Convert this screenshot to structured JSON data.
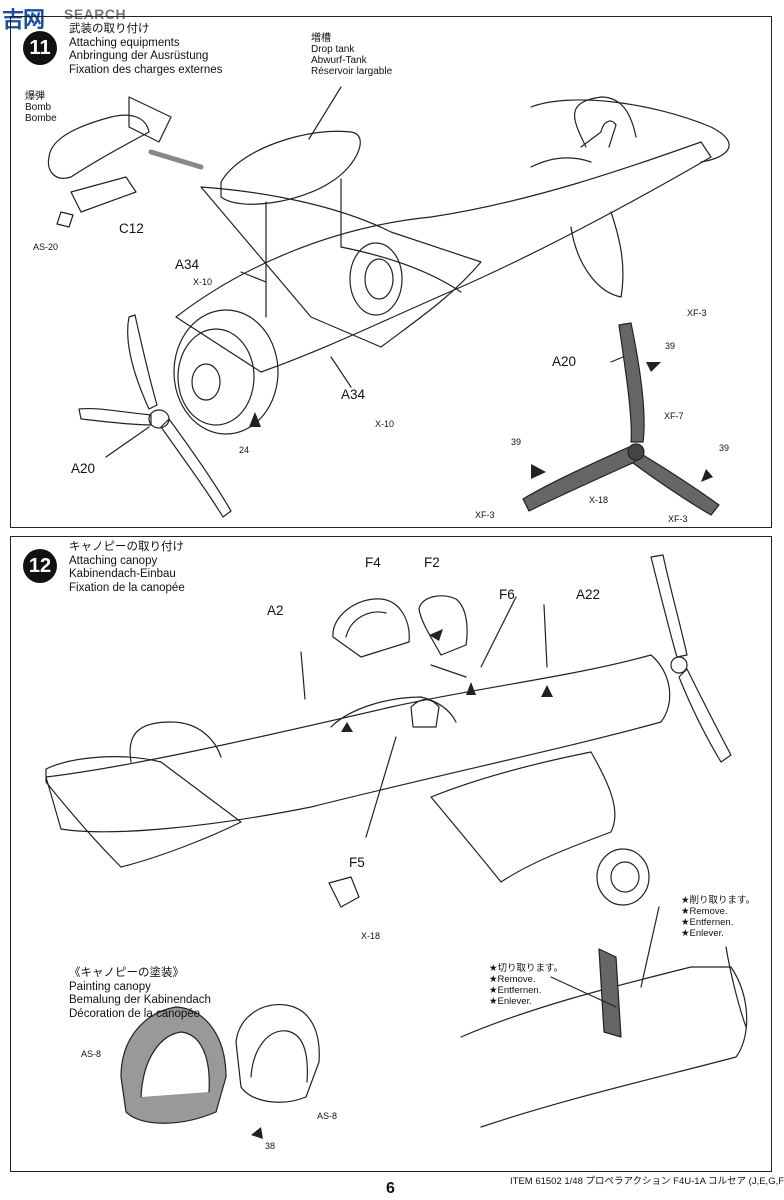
{
  "watermark": {
    "logo": "吉网",
    "text": "SEARCH"
  },
  "step11": {
    "number": "11",
    "title_ja": "武装の取り付け",
    "title_en": "Attaching equipments",
    "title_de": "Anbringung der Ausrüstung",
    "title_fr": "Fixation des charges externes",
    "drop_tank": {
      "ja": "増槽",
      "en": "Drop tank",
      "de": "Abwurf-Tank",
      "fr": "Réservoir largable"
    },
    "bomb": {
      "ja": "爆弾",
      "en": "Bomb",
      "fr": "Bombe"
    },
    "parts": {
      "c12": "C12",
      "a34_top": "A34",
      "a34_bottom": "A34",
      "a20_left": "A20",
      "a20_right": "A20"
    },
    "paints": {
      "as20": "AS-20",
      "x10_top": "X-10",
      "x10_bottom": "X-10",
      "xf3_top": "XF-3",
      "xf7": "XF-7",
      "x18": "X-18",
      "xf3_left": "XF-3",
      "xf3_right": "XF-3"
    },
    "callouts": {
      "c24": "24",
      "c39_a": "39",
      "c39_b": "39",
      "c39_c": "39"
    }
  },
  "step12": {
    "number": "12",
    "title_ja": "キャノピーの取り付け",
    "title_en": "Attaching canopy",
    "title_de": "Kabinendach-Einbau",
    "title_fr": "Fixation de la canopée",
    "parts": {
      "f4": "F4",
      "f2": "F2",
      "a2": "A2",
      "f6": "F6",
      "a22": "A22",
      "f5": "F5"
    },
    "paints": {
      "x18": "X-18",
      "as8_left": "AS-8",
      "as8_right": "AS-8"
    },
    "painting": {
      "ja": "《キャノピーの塗装》",
      "en": "Painting canopy",
      "de": "Bemalung der Kabinendach",
      "fr": "Décoration de la canopée"
    },
    "remove_note": {
      "ja": "★削り取ります。",
      "en": "★Remove.",
      "de": "★Entfernen.",
      "fr": "★Enlever."
    },
    "cut_note": {
      "ja": "★切り取ります。",
      "en": "★Remove.",
      "de": "★Entfernen.",
      "fr": "★Enlever."
    },
    "callouts": {
      "c38": "38"
    }
  },
  "footer": {
    "page_number": "6",
    "item": "ITEM 61502  1/48 プロペラアクション F4U-1A コルセア (J,E,G,F)"
  }
}
